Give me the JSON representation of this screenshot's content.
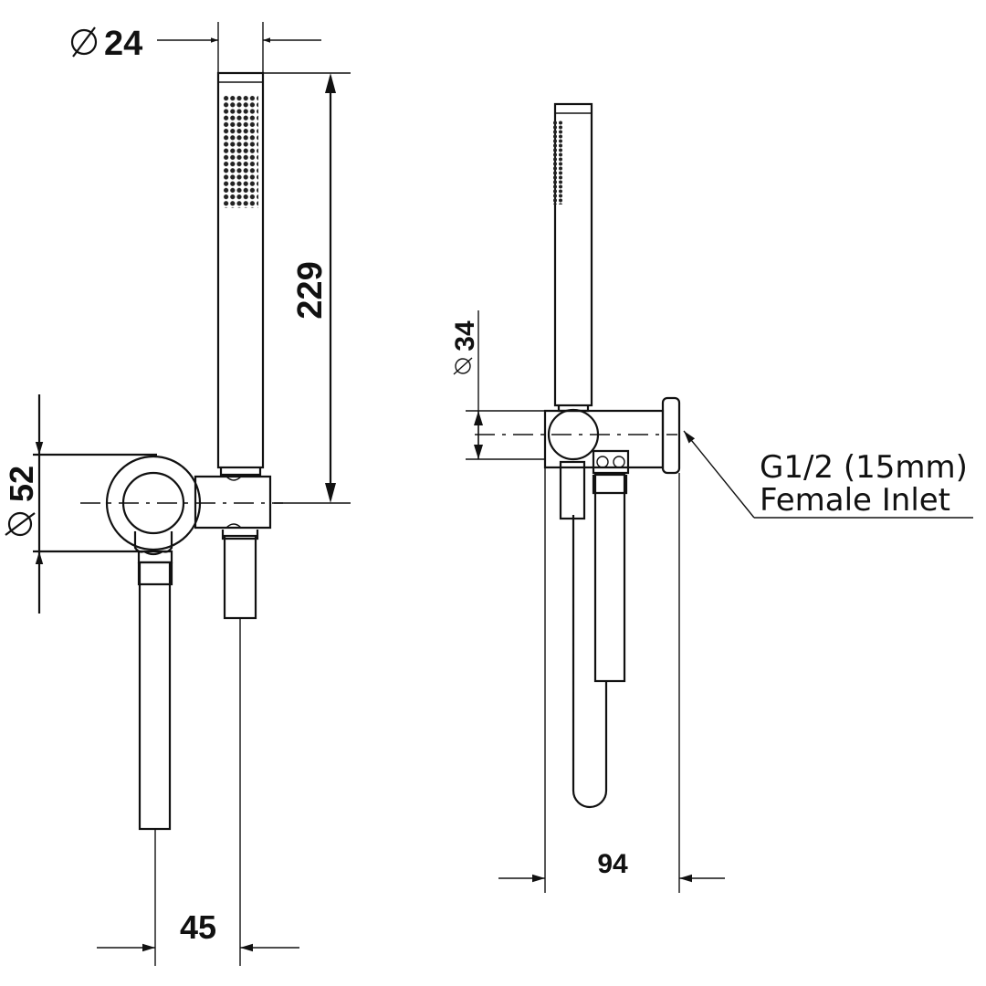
{
  "dimensions": {
    "handpiece_diameter": {
      "symbol": "⌀",
      "value": "24"
    },
    "handpiece_length": {
      "value": "229"
    },
    "bracket_diameter": {
      "symbol": "⌀",
      "value": "52"
    },
    "bracket_offset": {
      "value": "45"
    },
    "elbow_diameter": {
      "symbol": "⌀",
      "value": "34"
    },
    "projection": {
      "value": "94"
    }
  },
  "callout": {
    "line1": "G1/2 (15mm)",
    "line2": "Female Inlet"
  }
}
